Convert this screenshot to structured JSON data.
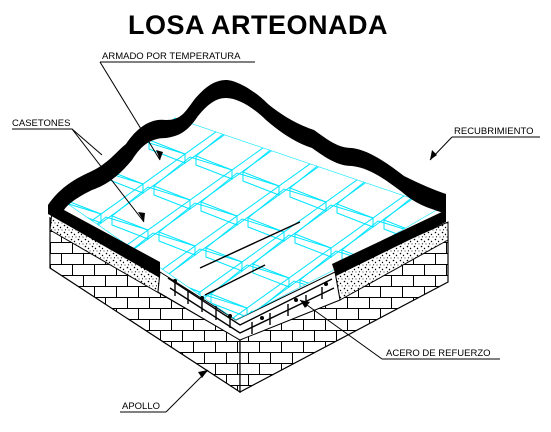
{
  "title": "LOSA ARTEONADA",
  "labels": {
    "armado": "ARMADO POR TEMPERATURA",
    "casetones": "CASETONES",
    "recubrimiento": "RECUBRIMIENTO",
    "acero": "ACERO DE REFUERZO",
    "apollo": "APOLLO"
  },
  "colors": {
    "casetones": "#00e5ff",
    "linework": "#000000",
    "background": "#ffffff"
  }
}
